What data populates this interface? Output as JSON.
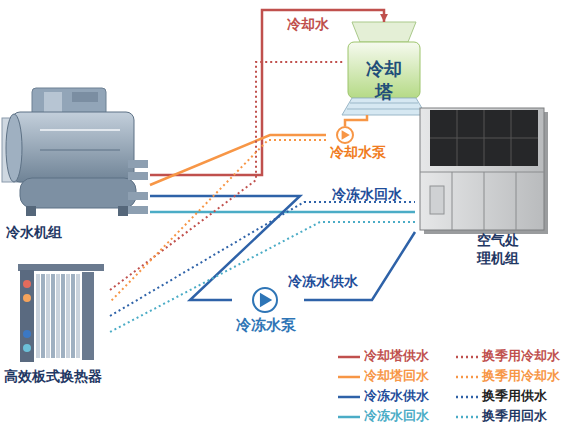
{
  "diagram": {
    "nodes": [
      {
        "text": [
          "冷却塔"
        ]
      },
      {
        "text": [
          "冷却水泵"
        ]
      },
      {
        "text": [
          "冷水机组"
        ]
      },
      {
        "text": [
          "空气处理机组"
        ]
      },
      {
        "text": [
          "冷冻水泵"
        ]
      },
      {
        "text": [
          "高效板式换热器"
        ]
      }
    ],
    "edges": [
      {
        "from": 2,
        "to": 0,
        "arrow": "to",
        "label": "冷却水"
      },
      {
        "from": 0,
        "to": 1,
        "arrow": "none"
      },
      {
        "from": 1,
        "to": 2,
        "arrow": "none"
      },
      {
        "from": 3,
        "to": 2,
        "arrow": "none",
        "label": "冷冻水回水"
      },
      {
        "from": 2,
        "to": 4,
        "arrow": "none"
      },
      {
        "from": 4,
        "to": 3,
        "arrow": "none",
        "label": "冷冻水供水"
      },
      {
        "from": 5,
        "to": 0,
        "arrow": "none"
      },
      {
        "from": 1,
        "to": 5,
        "arrow": "none"
      },
      {
        "from": 5,
        "to": 3,
        "arrow": "none"
      },
      {
        "from": 3,
        "to": 5,
        "arrow": "none"
      }
    ],
    "legend": [
      {
        "text": "冷却塔供水"
      },
      {
        "text": "换季用冷却水"
      },
      {
        "text": "冷却塔回水"
      },
      {
        "text": "换季用冷却水"
      },
      {
        "text": "冷冻水供水"
      },
      {
        "text": "换季用供水"
      },
      {
        "text": "冷冻水回水"
      },
      {
        "text": "换季用回水"
      }
    ]
  }
}
